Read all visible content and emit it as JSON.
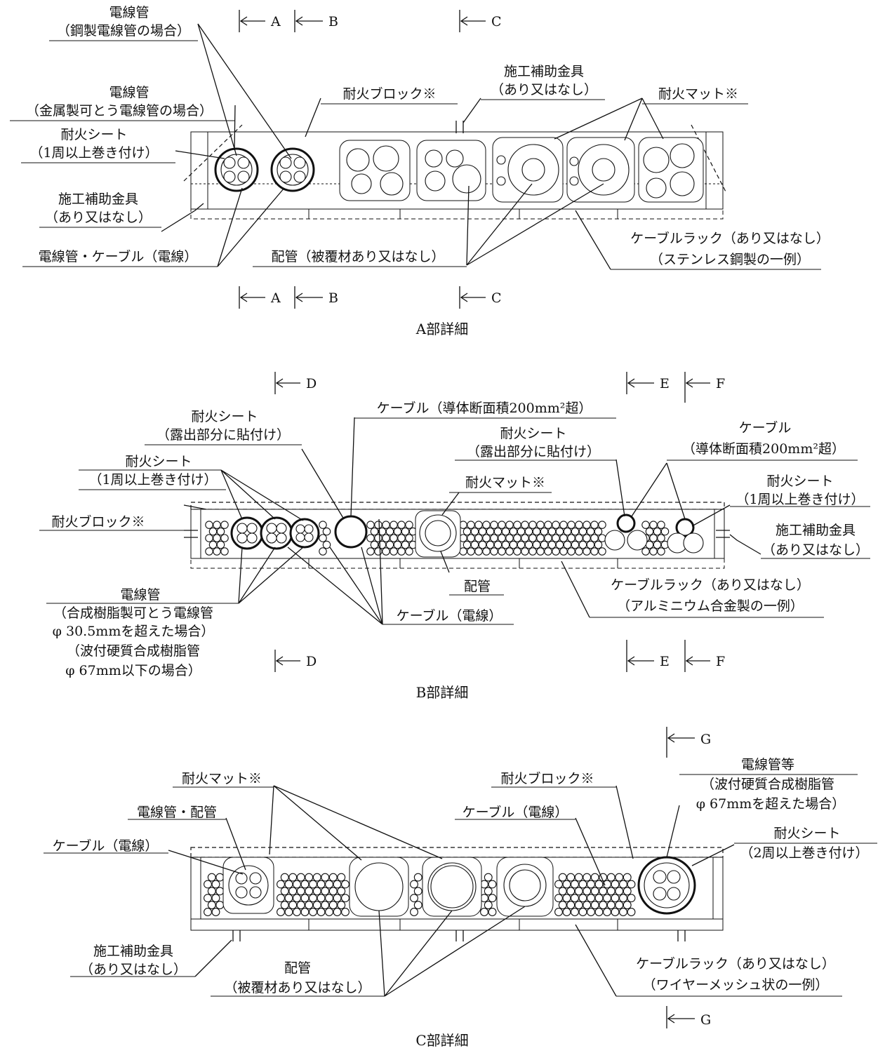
{
  "section_marks": [
    "A",
    "B",
    "C",
    "D",
    "E",
    "F",
    "G"
  ],
  "panel_a": {
    "caption": "A部詳細",
    "labels": {
      "conduit_steel_1": "電線管",
      "conduit_steel_2": "（鋼製電線管の場合）",
      "conduit_flex_1": "電線管",
      "conduit_flex_2": "（金属製可とう電線管の場合）",
      "sheet_1": "耐火シート",
      "sheet_2": "（1周以上巻き付け）",
      "aux_1": "施工補助金具",
      "aux_2": "（あり又はなし）",
      "conduit_cable": "電線管・ケーブル（電線）",
      "block": "耐火ブロック※",
      "top_aux_1": "施工補助金具",
      "top_aux_2": "（あり又はなし）",
      "mat": "耐火マット※",
      "pipe": "配管（被覆材あり又はなし）",
      "rack_1": "ケーブルラック（あり又はなし）",
      "rack_2": "（ステンレス鋼製の一例）"
    }
  },
  "panel_b": {
    "caption": "B部詳細",
    "labels": {
      "sheet_exposed_1": "耐火シート",
      "sheet_exposed_2": "（露出部分に貼付け）",
      "cable_large": "ケーブル（導体断面積200mm²超）",
      "sheet_wrap_1": "耐火シート",
      "sheet_wrap_2": "（1周以上巻き付け）",
      "sheet_exposed_r1": "耐火シート",
      "sheet_exposed_r2": "（露出部分に貼付け）",
      "cable_r1": "ケーブル",
      "cable_r2": "（導体断面積200mm²超）",
      "mat": "耐火マット※",
      "sheet_r1": "耐火シート",
      "sheet_r2": "（1周以上巻き付け）",
      "block": "耐火ブロック※",
      "aux_1": "施工補助金具",
      "aux_2": "（あり又はなし）",
      "pipe": "配管",
      "rack_1": "ケーブルラック（あり又はなし）",
      "rack_2": "（アルミニウム合金製の一例）",
      "conduit_1": "電線管",
      "conduit_2": "（合成樹脂製可とう電線管",
      "conduit_3": "φ 30.5mmを超えた場合）",
      "conduit_4": "（波付硬質合成樹脂管",
      "conduit_5": "φ 67mm以下の場合）",
      "cable": "ケーブル（電線）"
    }
  },
  "panel_c": {
    "caption": "C部詳細",
    "labels": {
      "mat": "耐火マット※",
      "conduit_pipe": "電線管・配管",
      "cable_left": "ケーブル（電線）",
      "block": "耐火ブロック※",
      "cable_mid": "ケーブル（電線）",
      "conduit_etc_1": "電線管等",
      "conduit_etc_2": "（波付硬質合成樹脂管",
      "conduit_etc_3": "φ 67mmを超えた場合）",
      "sheet_1": "耐火シート",
      "sheet_2": "（2周以上巻き付け）",
      "aux_1": "施工補助金具",
      "aux_2": "（あり又はなし）",
      "pipe_1": "配管",
      "pipe_2": "（被覆材あり又はなし）",
      "rack_1": "ケーブルラック（あり又はなし）",
      "rack_2": "（ワイヤーメッシュ状の一例）"
    }
  }
}
